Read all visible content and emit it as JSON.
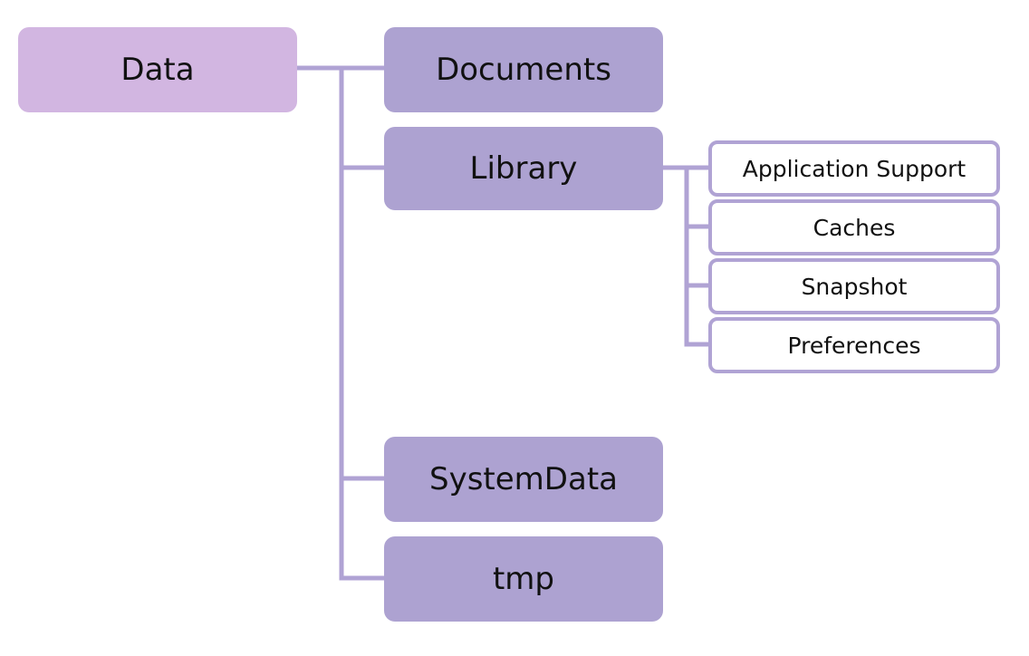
{
  "colors": {
    "root_fill": "#d2b6e1",
    "folder_fill": "#ada2d1",
    "subfolder_fill": "#ffffff",
    "subfolder_border": "#b0a3d4",
    "connector": "#b0a3d4",
    "text": "#111111"
  },
  "tree": {
    "root": "Data",
    "folders": {
      "documents": "Documents",
      "library": "Library",
      "systemdata": "SystemData",
      "tmp": "tmp"
    },
    "library_children": {
      "application_support": "Application Support",
      "caches": "Caches",
      "snapshot": "Snapshot",
      "preferences": "Preferences"
    }
  }
}
